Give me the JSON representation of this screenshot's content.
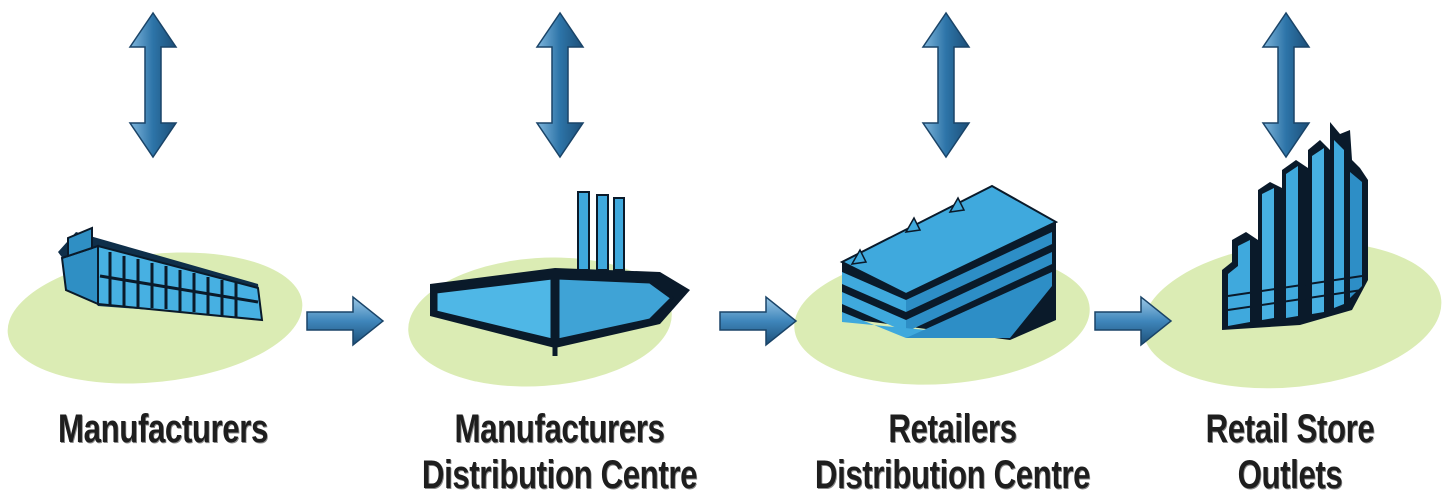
{
  "diagram": {
    "stages": [
      {
        "id": "manufacturers",
        "lines": [
          "Manufacturers"
        ]
      },
      {
        "id": "manufacturers-distribution-centre",
        "lines": [
          "Manufacturers",
          "Distribution Centre"
        ]
      },
      {
        "id": "retailers-distribution-centre",
        "lines": [
          "Retailers",
          "Distribution Centre"
        ]
      },
      {
        "id": "retail-store-outlets",
        "lines": [
          "Retail Store",
          "Outlets"
        ]
      }
    ],
    "icons": [
      "factory-icon",
      "distribution-plant-icon",
      "warehouse-building-icon",
      "city-skyline-icon"
    ],
    "colors": {
      "building_blue": "#3fa9dd",
      "building_dark": "#0a1a2a",
      "arrow_blue": "#2d74a8",
      "arrow_light": "#7fb6dc",
      "ellipse_green": "#dbecb4"
    }
  }
}
